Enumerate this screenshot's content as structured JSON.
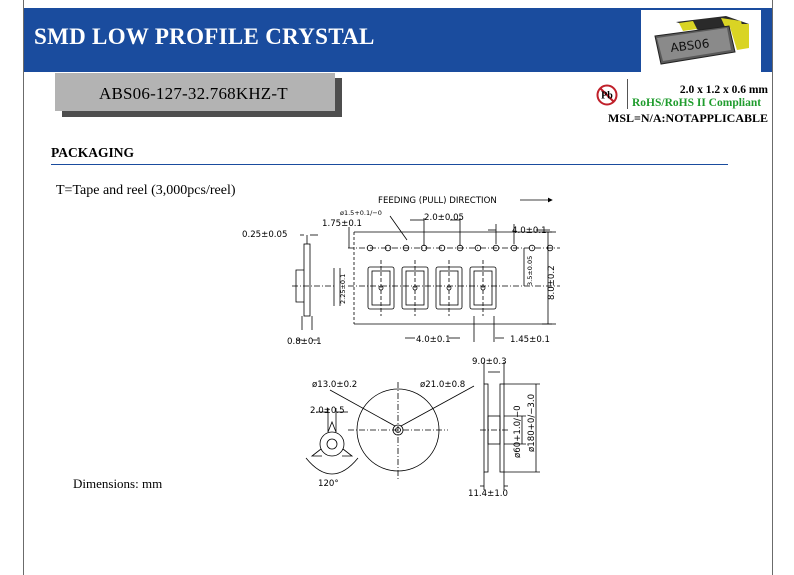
{
  "header": {
    "title": "SMD LOW PROFILE CRYSTAL",
    "product_image_label": "ABS06"
  },
  "part": {
    "number": "ABS06-127-32.768KHZ-T"
  },
  "compliance": {
    "pb_label": "Pb",
    "dimensions": "2.0 x 1.2 x 0.6 mm",
    "rohs": "RoHS/RoHS II Compliant",
    "msl": "MSL=N/A:NOTAPPLICABLE"
  },
  "section": {
    "title": "PACKAGING",
    "tape_note": "T=Tape and reel (3,000pcs/reel)",
    "dimensions_note": "Dimensions: mm"
  },
  "drawing": {
    "feed_direction": "FEEDING (PULL) DIRECTION",
    "tape": {
      "hole_dia": "ø1.5+0.1/−0",
      "edge_to_hole": "1.75±0.1",
      "hole_to_pocket": "2.0±0.05",
      "sprocket_pitch": "4.0±0.1",
      "tape_thickness": "0.25±0.05",
      "pocket_depth": "2.25±0.1",
      "pocket_offset": "3.5±0.05",
      "tape_width": "8.0±0.2",
      "carrier_thickness": "0.8±0.1",
      "pocket_pitch": "4.0±0.1",
      "pocket_width": "1.45±0.1"
    },
    "reel": {
      "spindle_dia": "ø13.0±0.2",
      "hub_dia": "ø21.0±0.8",
      "key_width": "2.0±0.5",
      "key_angle": "120°",
      "hub_width": "9.0±0.3",
      "inner_dia": "ø60+1.0/−0",
      "outer_dia": "ø180+0/−3.0",
      "flange_width": "11.4±1.0"
    }
  },
  "colors": {
    "header_blue": "#1a4c9e",
    "rohs_green": "#1f9c2d",
    "part_box_gray": "#b3b3b3"
  }
}
